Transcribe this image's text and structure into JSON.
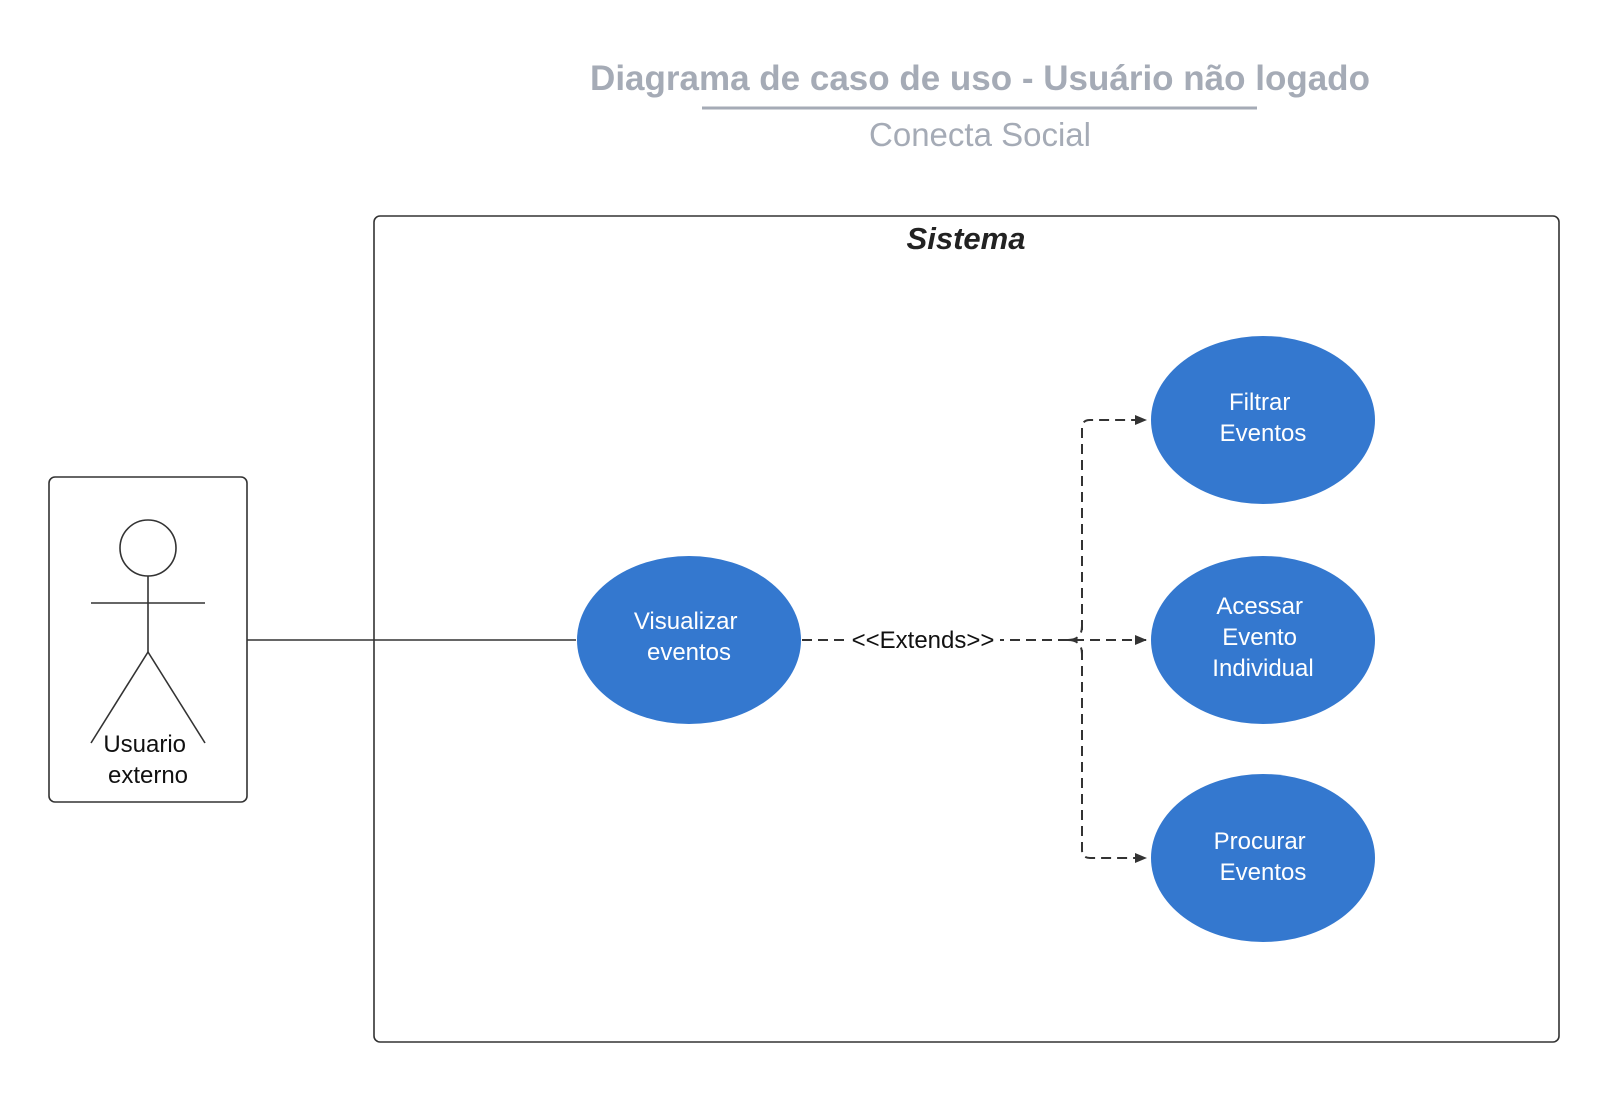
{
  "header": {
    "title": "Diagrama de caso de uso - Usuário não logado",
    "subtitle": "Conecta Social"
  },
  "system": {
    "label": "Sistema"
  },
  "actor": {
    "name_line1": "Usuario",
    "name_line2": "externo"
  },
  "use_cases": {
    "visualizar": {
      "line1": "Visualizar",
      "line2": "eventos"
    },
    "filtrar": {
      "line1": "Filtrar",
      "line2": "Eventos"
    },
    "acessar": {
      "line1": "Acessar",
      "line2": "Evento",
      "line3": "Individual"
    },
    "procurar": {
      "line1": "Procurar",
      "line2": "Eventos"
    }
  },
  "relations": {
    "extends_label": "<<Extends>>"
  },
  "colors": {
    "use_case_fill": "#3478cf",
    "title_gray": "#a5abb6",
    "line": "#333333"
  }
}
